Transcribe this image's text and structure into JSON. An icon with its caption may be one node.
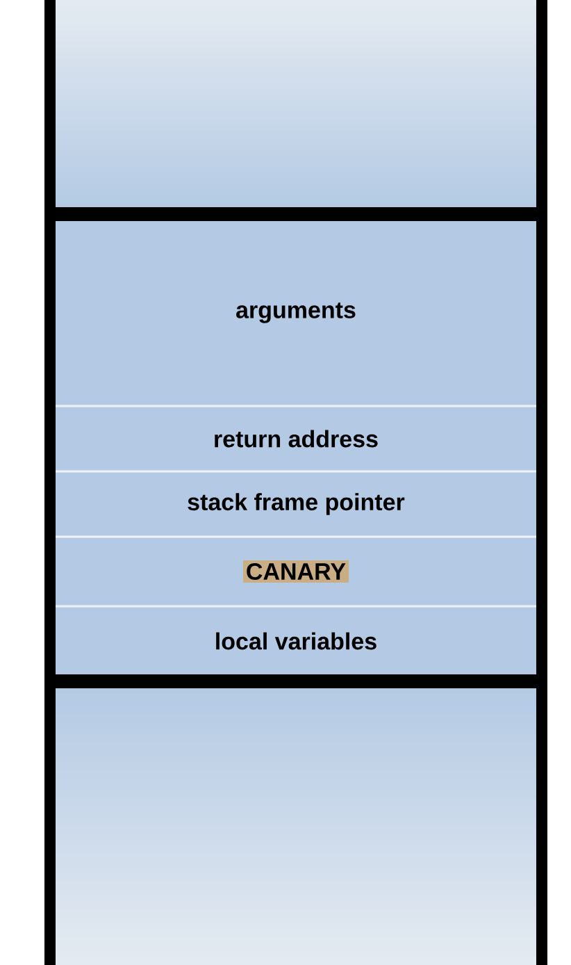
{
  "diagram": {
    "nodes": [
      {
        "text": [],
        "shape": "box"
      },
      {
        "text": [
          "arguments"
        ]
      },
      {
        "text": [
          "return address"
        ]
      },
      {
        "text": [
          "stack frame pointer"
        ]
      },
      {
        "text": [
          "CANARY"
        ]
      },
      {
        "text": [
          "local variables"
        ]
      },
      {
        "text": [],
        "shape": "box"
      }
    ],
    "edges": []
  }
}
